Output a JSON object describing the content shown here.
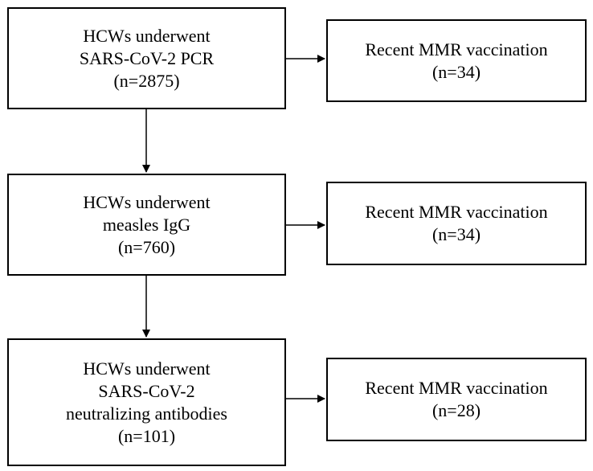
{
  "flow": [
    {
      "main": {
        "lines": [
          "HCWs underwent",
          "SARS-CoV-2 PCR",
          "(n=2875)"
        ]
      },
      "side": {
        "lines": [
          "Recent MMR vaccination",
          "(n=34)"
        ]
      }
    },
    {
      "main": {
        "lines": [
          "HCWs underwent",
          "measles IgG",
          "(n=760)"
        ]
      },
      "side": {
        "lines": [
          "Recent MMR vaccination",
          "(n=34)"
        ]
      }
    },
    {
      "main": {
        "lines": [
          "HCWs underwent",
          "SARS-CoV-2",
          "neutralizing antibodies",
          "(n=101)"
        ]
      },
      "side": {
        "lines": [
          "Recent MMR vaccination",
          "(n=28)"
        ]
      }
    }
  ],
  "colors": {
    "stroke": "#000000",
    "background": "#ffffff"
  }
}
